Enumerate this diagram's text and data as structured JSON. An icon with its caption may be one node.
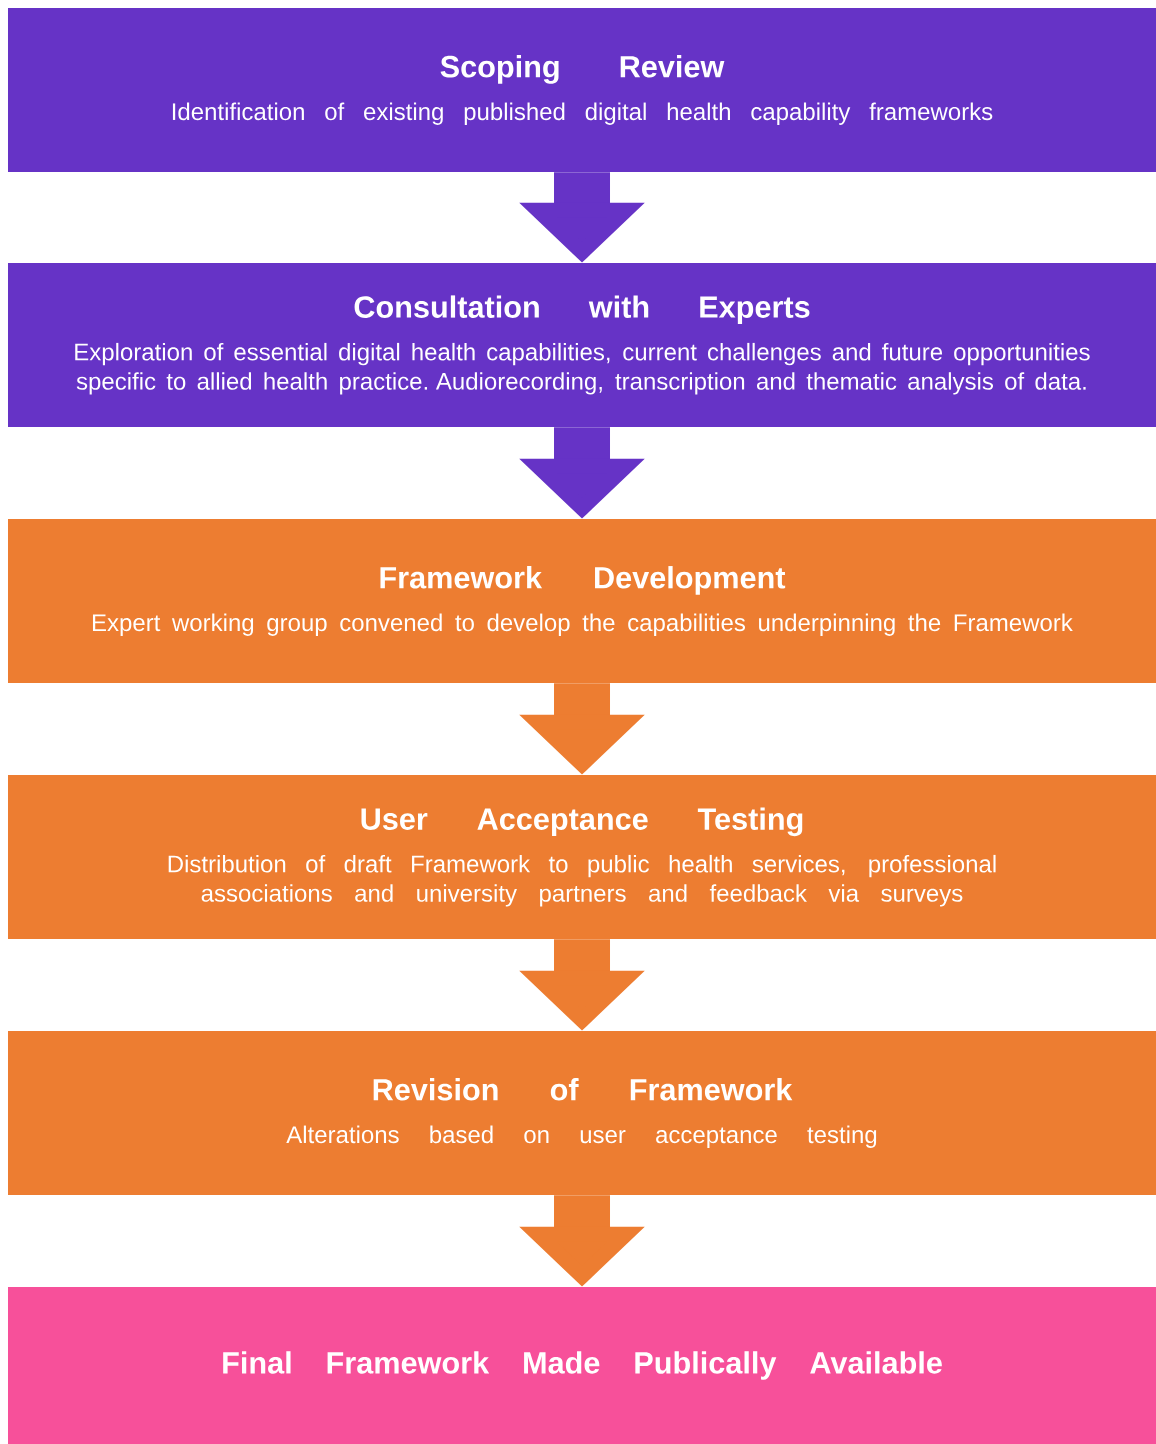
{
  "diagram": {
    "nodes": [
      {
        "text": [
          "Scoping Review",
          "Identification of existing published digital health capability frameworks"
        ]
      },
      {
        "text": [
          "Consultation with Experts",
          "Exploration of essential digital health capabilities, current challenges and future opportunities specific to allied health practice. Audiorecording, transcription and thematic analysis of data."
        ]
      },
      {
        "text": [
          "Framework Development",
          "Expert working group convened to develop the capabilities underpinning the Framework"
        ]
      },
      {
        "text": [
          "User Acceptance Testing",
          "Distribution of draft Framework to public health services, professional associations and university partners and feedback via surveys"
        ]
      },
      {
        "text": [
          "Revision of Framework",
          "Alterations based on user acceptance testing"
        ]
      },
      {
        "text": [
          "Final Framework Made Publically Available"
        ]
      }
    ],
    "edges": [
      {
        "from": 0,
        "to": 1,
        "arrow": "to",
        "color": "#6633c6"
      },
      {
        "from": 1,
        "to": 2,
        "arrow": "to",
        "color": "#6633c6"
      },
      {
        "from": 2,
        "to": 3,
        "arrow": "to"
      },
      {
        "from": 3,
        "to": 4,
        "arrow": "to"
      },
      {
        "from": 4,
        "to": 5,
        "arrow": "to"
      }
    ]
  }
}
